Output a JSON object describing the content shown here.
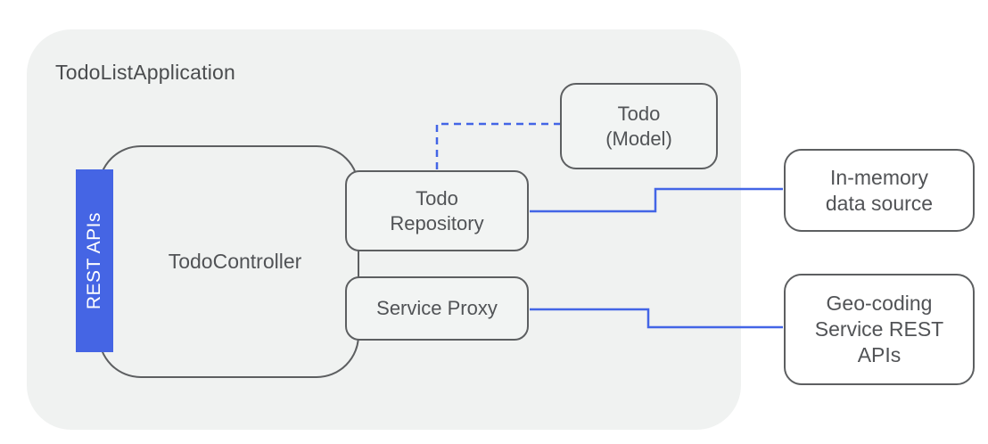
{
  "diagram": {
    "container": {
      "label": "TodoListApplication"
    },
    "nodes": {
      "todo_controller": {
        "label": "TodoController"
      },
      "rest_apis": {
        "label": "REST APIs"
      },
      "todo_model": {
        "lines": [
          "Todo",
          "(Model)"
        ]
      },
      "todo_repository": {
        "lines": [
          "Todo",
          "Repository"
        ]
      },
      "service_proxy": {
        "label": "Service Proxy"
      },
      "in_memory_data_source": {
        "lines": [
          "In-memory",
          "data source"
        ]
      },
      "geo_coding_service": {
        "lines": [
          "Geo-coding",
          "Service REST",
          "APIs"
        ]
      }
    },
    "connections": [
      {
        "from": "todo_repository",
        "to": "todo_model",
        "style": "dashed"
      },
      {
        "from": "todo_repository",
        "to": "in_memory_data_source",
        "style": "solid"
      },
      {
        "from": "service_proxy",
        "to": "geo_coding_service",
        "style": "solid"
      }
    ],
    "colors": {
      "accent_blue": "#4565e4",
      "connector_blue": "#4365e6",
      "border_gray": "#5d5f61",
      "container_gray": "#f0f2f1",
      "text_gray": "#515356"
    }
  }
}
